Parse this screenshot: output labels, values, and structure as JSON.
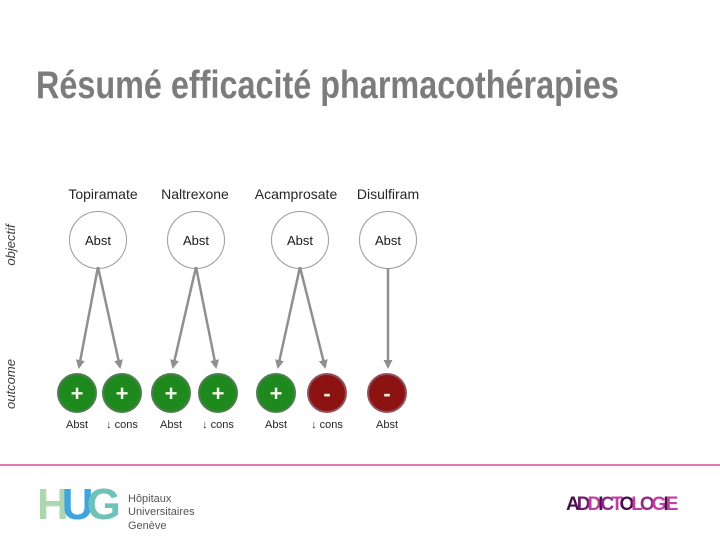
{
  "title": "Résumé efficacité pharmacothérapies",
  "diagram": {
    "row_labels": {
      "objectif": "objectif",
      "outcome": "outcome"
    },
    "drugs": [
      {
        "name": "Topiramate",
        "objective": "Abst",
        "outcomes": [
          {
            "sign": "+",
            "label": "Abst",
            "type": "positive"
          },
          {
            "sign": "+",
            "label": "↓ cons",
            "type": "positive"
          }
        ]
      },
      {
        "name": "Naltrexone",
        "objective": "Abst",
        "outcomes": [
          {
            "sign": "+",
            "label": "Abst",
            "type": "positive"
          },
          {
            "sign": "+",
            "label": "↓ cons",
            "type": "positive"
          }
        ]
      },
      {
        "name": "Acamprosate",
        "objective": "Abst",
        "outcomes": [
          {
            "sign": "+",
            "label": "Abst",
            "type": "positive"
          },
          {
            "sign": "-",
            "label": "↓ cons",
            "type": "negative"
          }
        ]
      },
      {
        "name": "Disulfiram",
        "objective": "Abst",
        "outcomes": [
          {
            "sign": "-",
            "label": "Abst",
            "type": "negative"
          }
        ]
      }
    ],
    "colors": {
      "positive": "#1e8a1e",
      "negative": "#8d1212",
      "arrow": "#8f8f8f"
    }
  },
  "footer": {
    "divider_color": "#e478b2",
    "hug": {
      "letters": [
        {
          "ch": "H",
          "color": "#aed7b0"
        },
        {
          "ch": "U",
          "color": "#3fa5de"
        },
        {
          "ch": "G",
          "color": "#6fc2b8"
        }
      ],
      "org_lines": [
        "Hôpitaux",
        "Universitaires",
        "Genève"
      ]
    },
    "addictologie": {
      "word": "ADDICTOLOGIE",
      "letters": [
        {
          "ch": "A",
          "color": "#4a1048"
        },
        {
          "ch": "D",
          "color": "#6b1b68"
        },
        {
          "ch": "D",
          "color": "#c13fa3"
        },
        {
          "ch": "I",
          "color": "#4a1048"
        },
        {
          "ch": "C",
          "color": "#8e2a8a"
        },
        {
          "ch": "T",
          "color": "#c13fa3"
        },
        {
          "ch": "O",
          "color": "#4a1048"
        },
        {
          "ch": "L",
          "color": "#c13fa3"
        },
        {
          "ch": "O",
          "color": "#8e2a8a"
        },
        {
          "ch": "G",
          "color": "#c13fa3"
        },
        {
          "ch": "I",
          "color": "#4a1048"
        },
        {
          "ch": "E",
          "color": "#c13fa3"
        }
      ]
    }
  }
}
